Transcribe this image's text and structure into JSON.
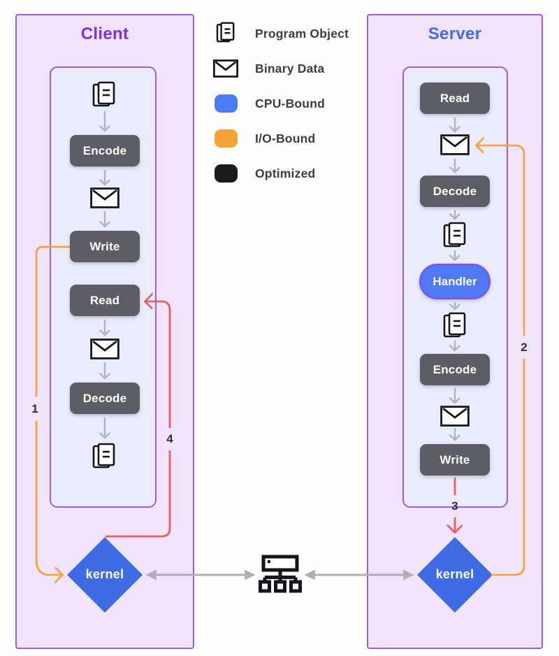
{
  "client": {
    "title": "Client",
    "steps": {
      "encode": "Encode",
      "write": "Write",
      "read": "Read",
      "decode": "Decode"
    },
    "kernel_label": "kernel"
  },
  "server": {
    "title": "Server",
    "steps": {
      "read": "Read",
      "decode": "Decode",
      "handler": "Handler",
      "encode": "Encode",
      "write": "Write"
    },
    "kernel_label": "kernel"
  },
  "legend": {
    "items": [
      {
        "icon": "program-object-icon",
        "label": "Program Object"
      },
      {
        "icon": "binary-data-icon",
        "label": "Binary Data"
      },
      {
        "icon": "cpu-bound-swatch",
        "label": "CPU-Bound"
      },
      {
        "icon": "io-bound-swatch",
        "label": "I/O-Bound"
      },
      {
        "icon": "optimized-swatch",
        "label": "Optimized"
      }
    ]
  },
  "flow_steps": {
    "one": "1",
    "two": "2",
    "three": "3",
    "four": "4"
  },
  "colors": {
    "panel_fill": "#f0e4fb",
    "inner_fill": "#e8ecfd",
    "panel_border": "#9b5ce8",
    "client_title": "#7d2ff0",
    "server_title": "#4169f2",
    "node_fill": "#5d5d66",
    "node_text": "#ffffff",
    "handler_fill": "#4e79f2",
    "handler_border": "#8b48ef",
    "kernel_fill": "#3e6ce6",
    "io_line": "#f8a246",
    "red_line": "#f25c5c",
    "flow_arrow": "#b4b4bf",
    "link_arrow": "#afafb8",
    "legend_text": "#3c3c46",
    "label_text": "#2e2e38",
    "cpu_swatch": "#4d7df2",
    "io_swatch": "#f6a237",
    "optimized_swatch": "#1b1b1f",
    "icon_stroke": "#15151b"
  }
}
